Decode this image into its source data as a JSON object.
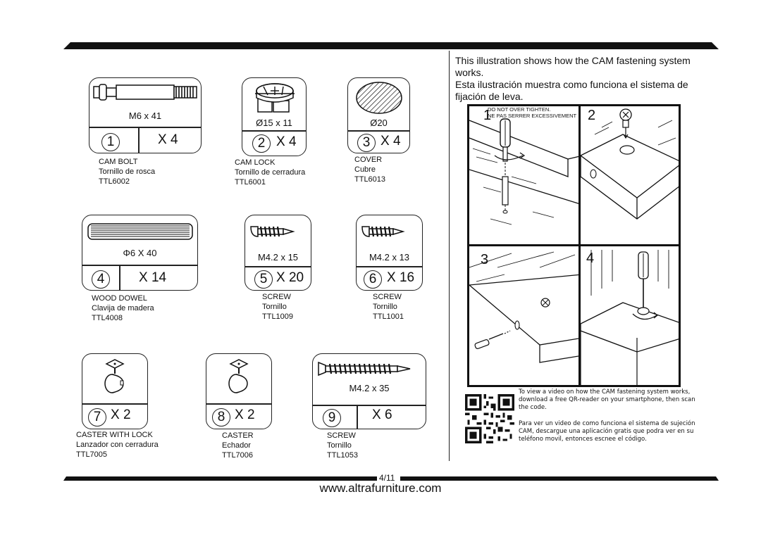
{
  "parts": [
    {
      "size": "M6 x 41",
      "num": "1",
      "qty": "X 4",
      "name": "CAM BOLT",
      "name_es": "Tornillo de rosca",
      "code": "TTL6002"
    },
    {
      "size": "Ø15 x 11",
      "num": "2",
      "qty": "X 4",
      "name": "CAM LOCK",
      "name_es": "Tornillo de cerradura",
      "code": "TTL6001"
    },
    {
      "size": "Ø20",
      "num": "3",
      "qty": "X 4",
      "name": "COVER",
      "name_es": "Cubre",
      "code": "TTL6013"
    },
    {
      "size": "Φ6 X 40",
      "num": "4",
      "qty": "X 14",
      "name": "WOOD DOWEL",
      "name_es": "Clavija de madera",
      "code": "TTL4008"
    },
    {
      "size": "M4.2 x 15",
      "num": "5",
      "qty": "X 20",
      "name": "SCREW",
      "name_es": "Tornillo",
      "code": "TTL1009"
    },
    {
      "size": "M4.2 x 13",
      "num": "6",
      "qty": "X 16",
      "name": "SCREW",
      "name_es": "Tornillo",
      "code": "TTL1001"
    },
    {
      "size": "",
      "num": "7",
      "qty": "X 2",
      "name": "CASTER WITH LOCK",
      "name_es": "Lanzador con cerradura",
      "code": "TTL7005"
    },
    {
      "size": "",
      "num": "8",
      "qty": "X 2",
      "name": "CASTER",
      "name_es": "Echador",
      "code": "TTL7006"
    },
    {
      "size": "M4.2 x 35",
      "num": "9",
      "qty": "X 6",
      "name": "SCREW",
      "name_es": "Tornillo",
      "code": "TTL1053"
    }
  ],
  "instructions": {
    "en": "This illustration shows how the CAM fastening system works.",
    "es": "Esta ilustración muestra como funciona el sistema de fijación de leva.",
    "warning_en": "DO NOT OVER TIGHTEN.",
    "warning_fr": "NE PAS SERRER EXCESSIVEMENT",
    "steps": [
      "1",
      "2",
      "3",
      "4"
    ]
  },
  "qr": {
    "text_en": "To view a video on how the CAM fastening system works, download a free QR-reader on your smartphone, then scan the code.",
    "text_es": "Para ver un video de como funciona el sistema de sujeción CAM, descargue una aplicación gratis que podra ver en su teléfono movil, entonces escnee el código."
  },
  "footer": {
    "page": "4/11",
    "website": "www.altrafurniture.com"
  }
}
